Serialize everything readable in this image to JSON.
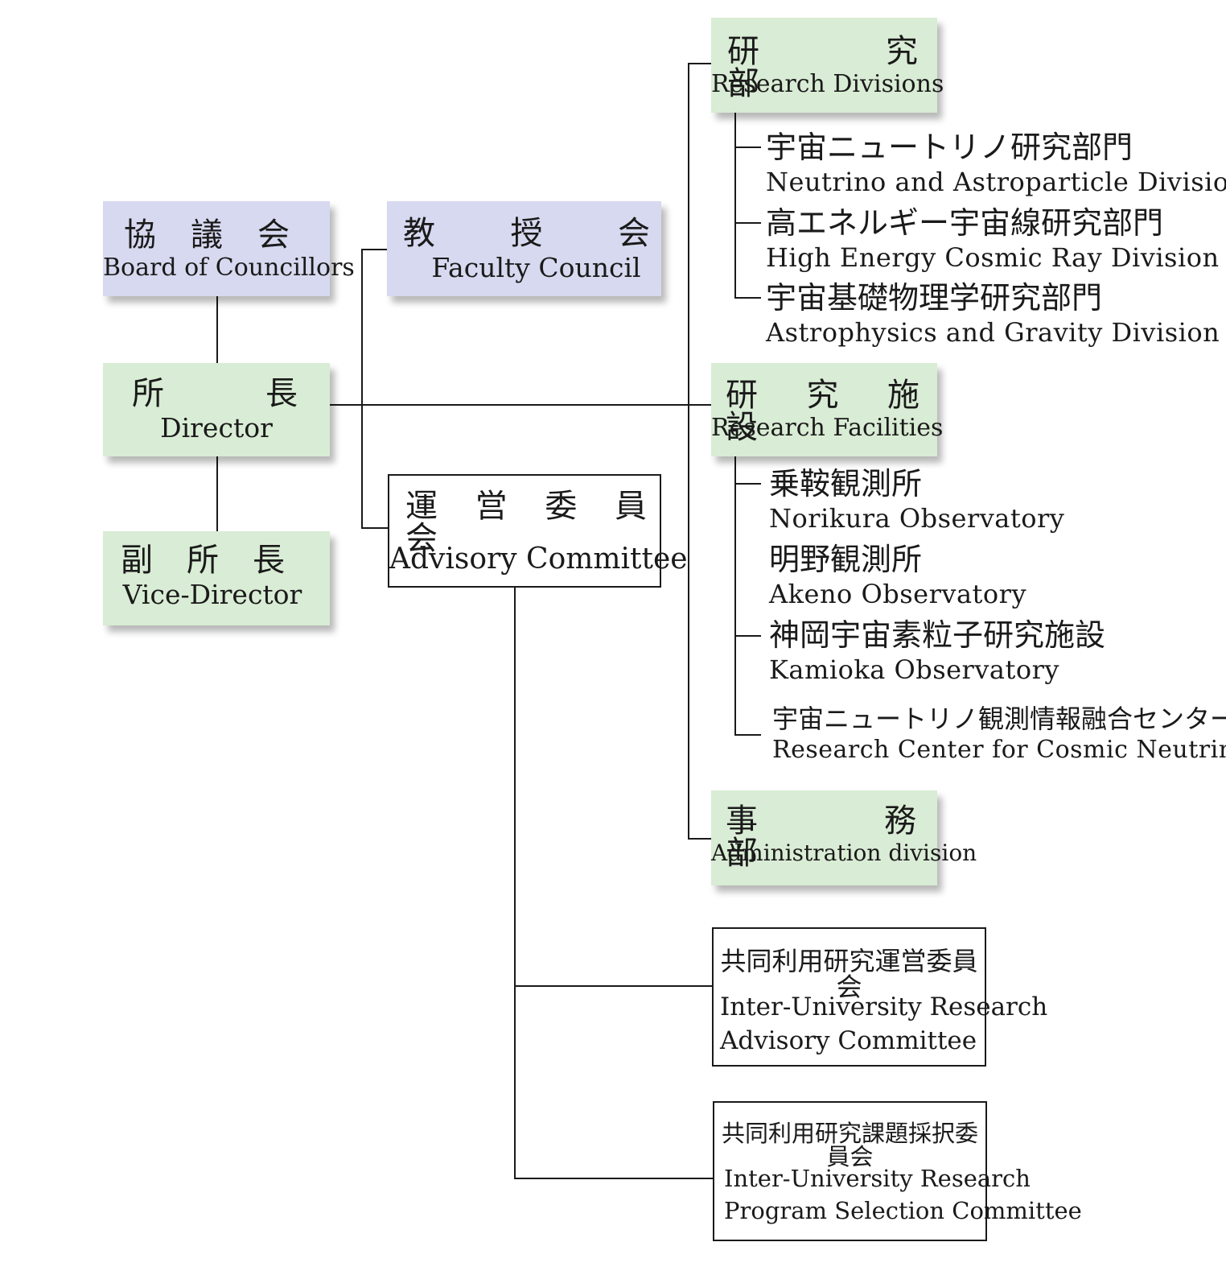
{
  "colors": {
    "governance_fill": "#d6d9ef",
    "executive_fill": "#d9ecd5",
    "committee_fill": "#ffffff",
    "line": "#1a1a1a"
  },
  "board": {
    "jp": "協　議　会",
    "en": "Board of Councillors"
  },
  "faculty": {
    "jp": "教　　授　　会",
    "en": "Faculty Council"
  },
  "director": {
    "jp": "所　　　長",
    "en": "Director"
  },
  "vice_director": {
    "jp": "副　所　長",
    "en": "Vice-Director"
  },
  "advisory": {
    "jp": "運　営　委　員　会",
    "en": "Advisory Committee"
  },
  "research_divisions": {
    "jp": "研　　究　　部",
    "en": "Research Divisions",
    "items": [
      {
        "jp": "宇宙ニュートリノ研究部門",
        "en": "Neutrino and Astroparticle Division"
      },
      {
        "jp": "高エネルギー宇宙線研究部門",
        "en": "High Energy Cosmic Ray Division"
      },
      {
        "jp": "宇宙基礎物理学研究部門",
        "en": "Astrophysics and Gravity Division"
      }
    ]
  },
  "research_facilities": {
    "jp": "研　究　施　設",
    "en": "Research Facilities",
    "items": [
      {
        "jp": "乗鞍観測所",
        "en": "Norikura Observatory"
      },
      {
        "jp": "明野観測所",
        "en": "Akeno Observatory"
      },
      {
        "jp": "神岡宇宙素粒子研究施設",
        "en": "Kamioka Observatory"
      },
      {
        "jp": "宇宙ニュートリノ観測情報融合センター",
        "en": "Research Center for Cosmic Neutrinos"
      }
    ]
  },
  "administration": {
    "jp": "事　　務　　部",
    "en": "Administration division"
  },
  "inter_university_advisory": {
    "jp": "共同利用研究運営委員会",
    "en_line1": "Inter-University Research",
    "en_line2": "Advisory Committee"
  },
  "program_selection": {
    "jp": "共同利用研究課題採択委員会",
    "en_line1": "Inter-University Research",
    "en_line2": "Program Selection Committee"
  }
}
